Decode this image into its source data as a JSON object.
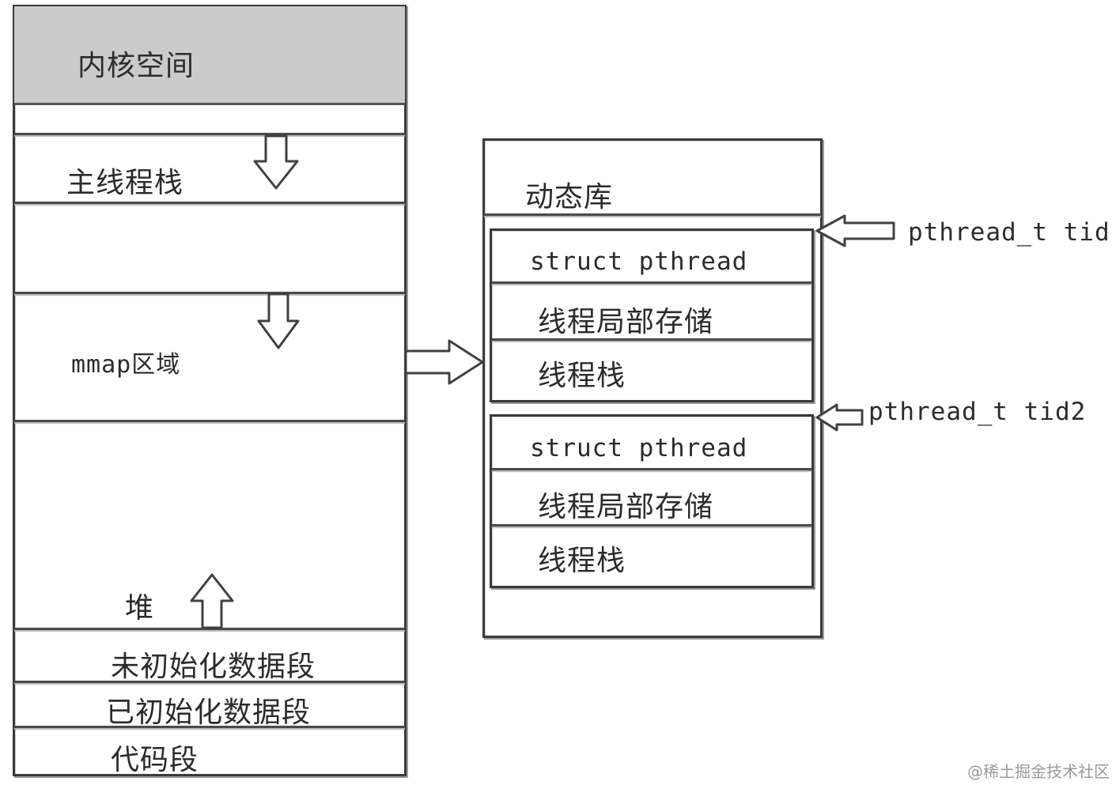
{
  "process_memory": {
    "kernel_space": "内核空间",
    "main_thread_stack": "主线程栈",
    "mmap_region": "mmap区域",
    "heap": "堆",
    "bss_segment": "未初始化数据段",
    "data_segment": "已初始化数据段",
    "code_segment": "代码段"
  },
  "shared_library": {
    "title": "动态库",
    "threads": [
      {
        "struct_label": "struct pthread",
        "tls_label": "线程局部存储",
        "stack_label": "线程栈",
        "pointer_label": "pthread_t tid"
      },
      {
        "struct_label": "struct pthread",
        "tls_label": "线程局部存储",
        "stack_label": "线程栈",
        "pointer_label": "pthread_t tid2"
      }
    ]
  },
  "watermark": "@稀土掘金技术社区",
  "colors": {
    "kernel_fill": "#cbcbcb",
    "line": "#3a3a3a",
    "background": "#ffffff"
  }
}
